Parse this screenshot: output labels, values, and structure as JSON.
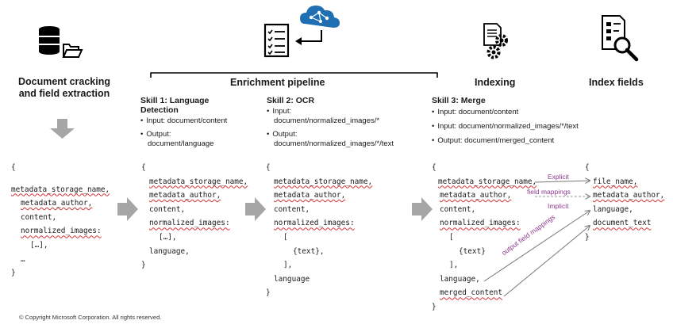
{
  "headings": {
    "cracking_line1": "Document cracking",
    "cracking_line2": "and field extraction",
    "pipeline": "Enrichment pipeline",
    "indexing": "Indexing",
    "index_fields": "Index fields"
  },
  "skills": [
    {
      "title_line1": "Skill 1: Language",
      "title_line2": "Detection",
      "bullets": [
        [
          "Input: document/content"
        ],
        [
          "Output:",
          "document/language"
        ]
      ]
    },
    {
      "title_line1": "Skill 2: OCR",
      "bullets": [
        [
          "Input:",
          "document/normalized_images/*"
        ],
        [
          "Output:",
          "document/normalized_images/*/text"
        ]
      ]
    },
    {
      "title_line1": "Skill 3: Merge",
      "bullets": [
        [
          "Input: document/content"
        ],
        [
          "Input: document/normalized_images/*/text"
        ],
        [
          "Output: document/merged_content"
        ]
      ]
    }
  ],
  "code1": [
    "{",
    "metadata_storage_name,",
    "metadata_author,",
    "content,",
    "normalized_images:",
    "[…],",
    "…",
    "}"
  ],
  "code2": [
    "{",
    "metadata_storage_name,",
    "metadata_author,",
    "content,",
    "normalized_images:",
    "[…],",
    "language,",
    "}"
  ],
  "code3": [
    "{",
    "metadata_storage_name,",
    "metadata_author,",
    "content,",
    "normalized_images:",
    "[",
    "{text},",
    "],",
    "language",
    "}"
  ],
  "code4": [
    "{",
    "metadata_storage_name,",
    "metadata_author,",
    "content,",
    "normalized_images:",
    "[",
    "{text}",
    "],",
    "language,",
    "merged_content",
    "}"
  ],
  "code5": [
    "{",
    "file_name,",
    "metadata_author,",
    "language,",
    "document_text",
    "}"
  ],
  "annotations": {
    "explicit": "Explicit",
    "field_mappings": "field mappings",
    "implicit": "Implicit",
    "output_field_mappings": "output field mappings"
  },
  "copyright": "© Copyright Microsoft Corporation. All rights reserved.",
  "icons": [
    "database-folder-icon",
    "checklist-icon",
    "cloud-brain-icon",
    "document-gears-icon",
    "document-search-icon"
  ],
  "colors": {
    "arrow_gray": "#a6a6a6",
    "annotation_purple": "#8e3a8e",
    "icon_blue": "#1f6fb2",
    "squiggle_red": "#d13438"
  }
}
